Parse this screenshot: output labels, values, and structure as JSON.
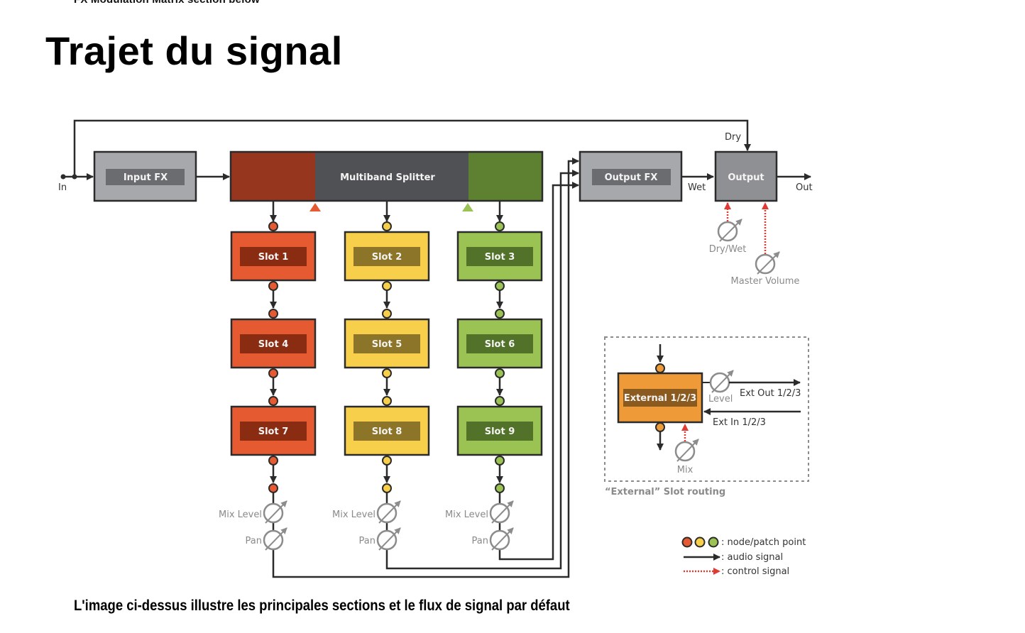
{
  "header": {
    "cut_text": "FX Modulation Matrix section below",
    "title": "Trajet du signal"
  },
  "diagram": {
    "input_label": "In",
    "output_label": "Out",
    "dry_label": "Dry",
    "wet_label": "Wet",
    "input_fx": "Input FX",
    "splitter": "Multiband Splitter",
    "output_fx": "Output FX",
    "output": "Output",
    "controls": {
      "dry_wet": "Dry/Wet",
      "master_volume": "Master Volume"
    },
    "columns": [
      {
        "color": "#e65a32",
        "inner": "#8a2c12",
        "slots": [
          "Slot 1",
          "Slot 4",
          "Slot 7"
        ],
        "node": "#e65a32"
      },
      {
        "color": "#f8cf4a",
        "inner": "#8c7528",
        "slots": [
          "Slot 2",
          "Slot 5",
          "Slot 8"
        ],
        "node": "#f8cf4a"
      },
      {
        "color": "#9bc353",
        "inner": "#527229",
        "slots": [
          "Slot 3",
          "Slot 6",
          "Slot 9"
        ],
        "node": "#9bc353"
      }
    ],
    "mix_level_label": "Mix Level",
    "pan_label": "Pan",
    "splitter_colors": {
      "low": "#97361e",
      "mid": "#505154",
      "high": "#5e8131"
    },
    "external": {
      "box": "External 1/2/3",
      "level": "Level",
      "ext_out": "Ext Out 1/2/3",
      "ext_in": "Ext In 1/2/3",
      "mix": "Mix",
      "caption": "“External” Slot routing",
      "color": "#ef9a38",
      "inner": "#8a5a1e"
    },
    "legend": {
      "nodes": ": node/patch point",
      "audio": ": audio signal",
      "control": ": control signal"
    },
    "colors": {
      "line": "#2b2b2b",
      "control": "#e03a34",
      "knob": "#8c8c8c",
      "fx_box": "#a7a8ab",
      "fx_inner": "#6b6c6f",
      "output_box": "#8f9093"
    }
  },
  "caption": "L'image ci-dessus illustre les principales sections et le flux de signal par défaut"
}
